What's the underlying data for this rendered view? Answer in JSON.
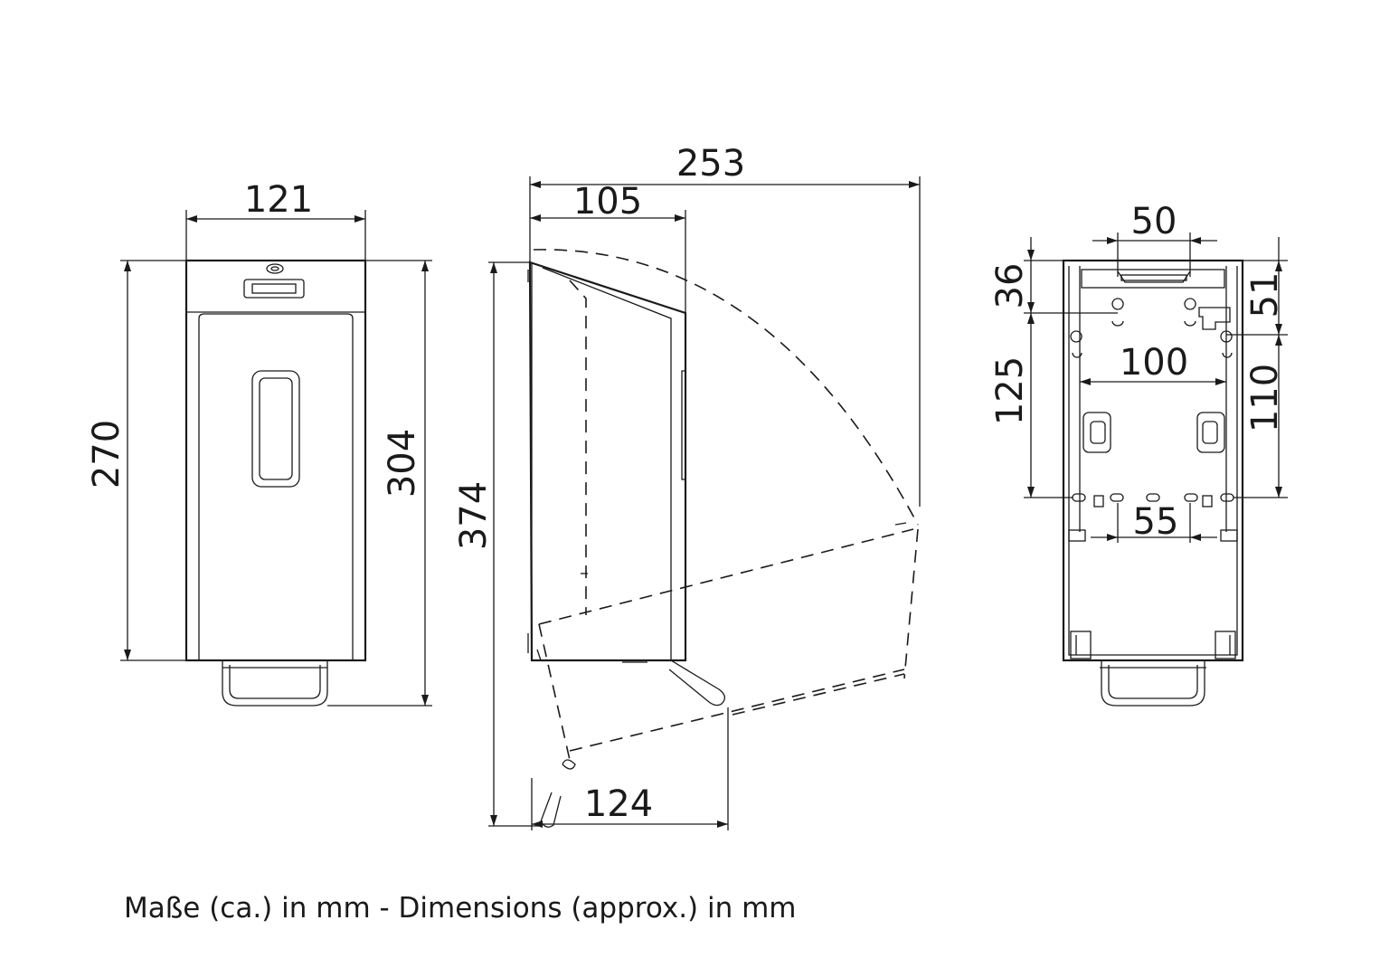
{
  "caption": "Maße (ca.) in mm - Dimensions (approx.) in mm",
  "front_view": {
    "width_label": "121",
    "height_body_label": "270",
    "height_total_label": "304"
  },
  "side_view": {
    "total_reach_label": "253",
    "depth_label": "105",
    "height_open_label": "374",
    "lever_reach_label": "124"
  },
  "back_view": {
    "top_slot_label": "50",
    "top_offset_label": "36",
    "hole_vertical_label": "125",
    "hole_horizontal_label": "100",
    "right_top_label": "51",
    "right_vertical_label": "110",
    "bottom_holes_label": "55"
  }
}
